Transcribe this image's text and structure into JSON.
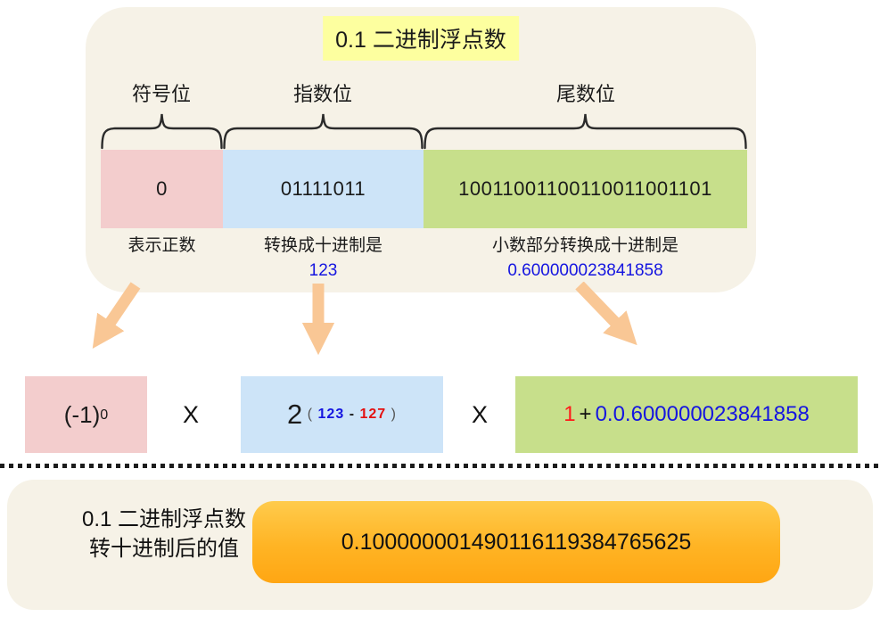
{
  "top_panel": {
    "title": "0.1 二进制浮点数",
    "fields": [
      {
        "label": "符号位",
        "bits": "0",
        "caption": "表示正数",
        "value": ""
      },
      {
        "label": "指数位",
        "bits": "01111011",
        "caption": "转换成十进制是",
        "value": "123"
      },
      {
        "label": "尾数位",
        "bits": "10011001100110011001101",
        "caption": "小数部分转换成十进制是",
        "value": "0.600000023841858"
      }
    ]
  },
  "formula": {
    "sign_base": "(-1)",
    "sign_exp": "0",
    "times1": "X",
    "exp_base": "2",
    "exp_open": "(",
    "exp_minuend": "123",
    "exp_minus": "-",
    "exp_subtrahend": "127",
    "exp_close": ")",
    "times2": "X",
    "mantissa_one": "1",
    "mantissa_plus": "+",
    "mantissa_value": "0.0.600000023841858"
  },
  "result": {
    "label_line1": "0.1 二进制浮点数",
    "label_line2": "转十进制后的值",
    "value": "0.100000001490116119384765625"
  },
  "colors": {
    "panel_bg": "#f6f2e7",
    "title_highlight": "#fdff9f",
    "sign_box": "#f3cdcd",
    "exponent_box": "#cde4f8",
    "mantissa_box": "#c7df8b",
    "blue_text": "#1515e0",
    "red_text": "#e41010",
    "arrow": "#f9c795",
    "result_box_top": "#ffcb4c",
    "result_box_bottom": "#ffa613"
  }
}
